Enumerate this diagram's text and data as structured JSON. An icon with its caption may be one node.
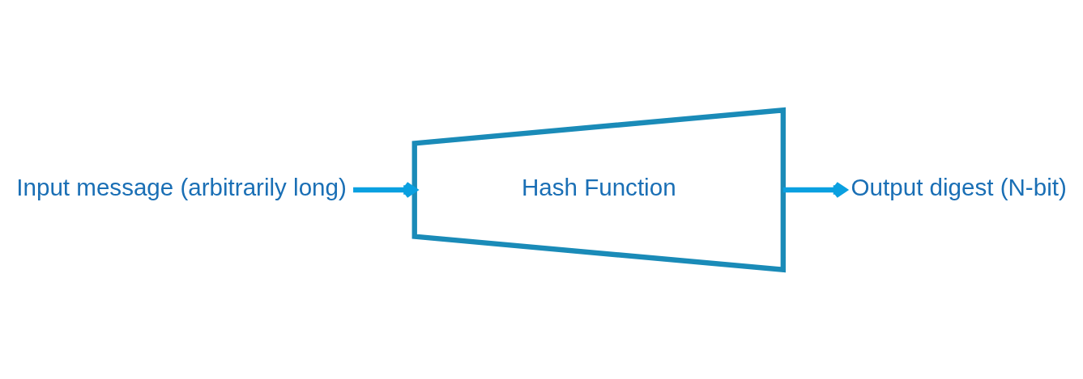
{
  "diagram": {
    "nodes": [
      {
        "text": [
          "Input message (arbitrarily long)"
        ]
      },
      {
        "text": [
          "Hash Function"
        ]
      },
      {
        "text": [
          "Output digest (N-bit)"
        ]
      }
    ],
    "edges": [
      {
        "from": 0,
        "to": 1,
        "arrow": "to"
      },
      {
        "from": 1,
        "to": 2,
        "arrow": "to"
      }
    ]
  }
}
